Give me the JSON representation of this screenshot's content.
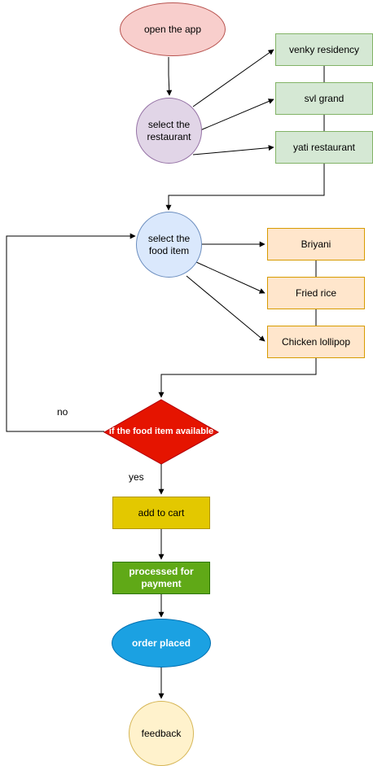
{
  "colors": {
    "start_fill": "#f8cecc",
    "start_stroke": "#b85450",
    "purple_fill": "#e1d5e7",
    "purple_stroke": "#9673a6",
    "green_fill": "#d5e8d4",
    "green_stroke": "#82b366",
    "blue_fill": "#dae8fc",
    "blue_stroke": "#6c8ebf",
    "orange_fill": "#ffe6cc",
    "orange_stroke": "#d79b00",
    "decision_fill": "#e51400",
    "decision_stroke": "#b20000",
    "cart_fill": "#e3c800",
    "cart_stroke": "#b09500",
    "payment_fill": "#60a917",
    "payment_stroke": "#2d7600",
    "order_fill": "#1ba1e2",
    "order_stroke": "#006eaf",
    "feedback_fill": "#fff2cc",
    "feedback_stroke": "#d6b656",
    "edge": "#000000"
  },
  "nodes": {
    "open_app": "open the app",
    "select_restaurant": "select the restaurant",
    "venky": "venky residency",
    "svl": "svl grand",
    "yati": "yati restaurant",
    "select_food": "select the food item",
    "briyani": "Briyani",
    "fried_rice": "Fried rice",
    "chicken": "Chicken lollipop",
    "decision": "if the food item available",
    "add_cart": "add to cart",
    "payment": "processed for payment",
    "order": "order placed",
    "feedback": "feedback"
  },
  "edge_labels": {
    "no": "no",
    "yes": "yes"
  }
}
